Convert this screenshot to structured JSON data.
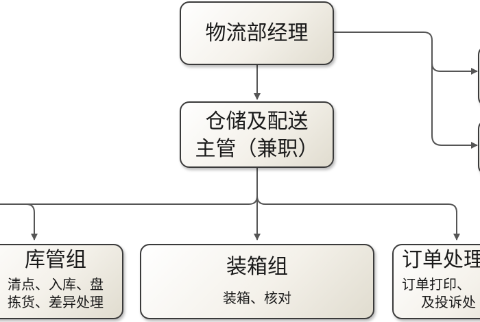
{
  "nodes": {
    "manager": {
      "title": "物流部经理"
    },
    "supervisor": {
      "line1": "仓储及配送",
      "line2": "主管（兼职）"
    },
    "warehouse": {
      "title": "库管组",
      "line1": "清点、入库、盘",
      "line2": "拣货、差异处理"
    },
    "packing": {
      "title": "装箱组",
      "line1": "装箱、核对"
    },
    "order": {
      "title": "订单处理",
      "line1": "订单打印、",
      "line2": "及投诉处"
    }
  },
  "colors": {
    "line": "#555555",
    "border": "#3a3a3a"
  }
}
